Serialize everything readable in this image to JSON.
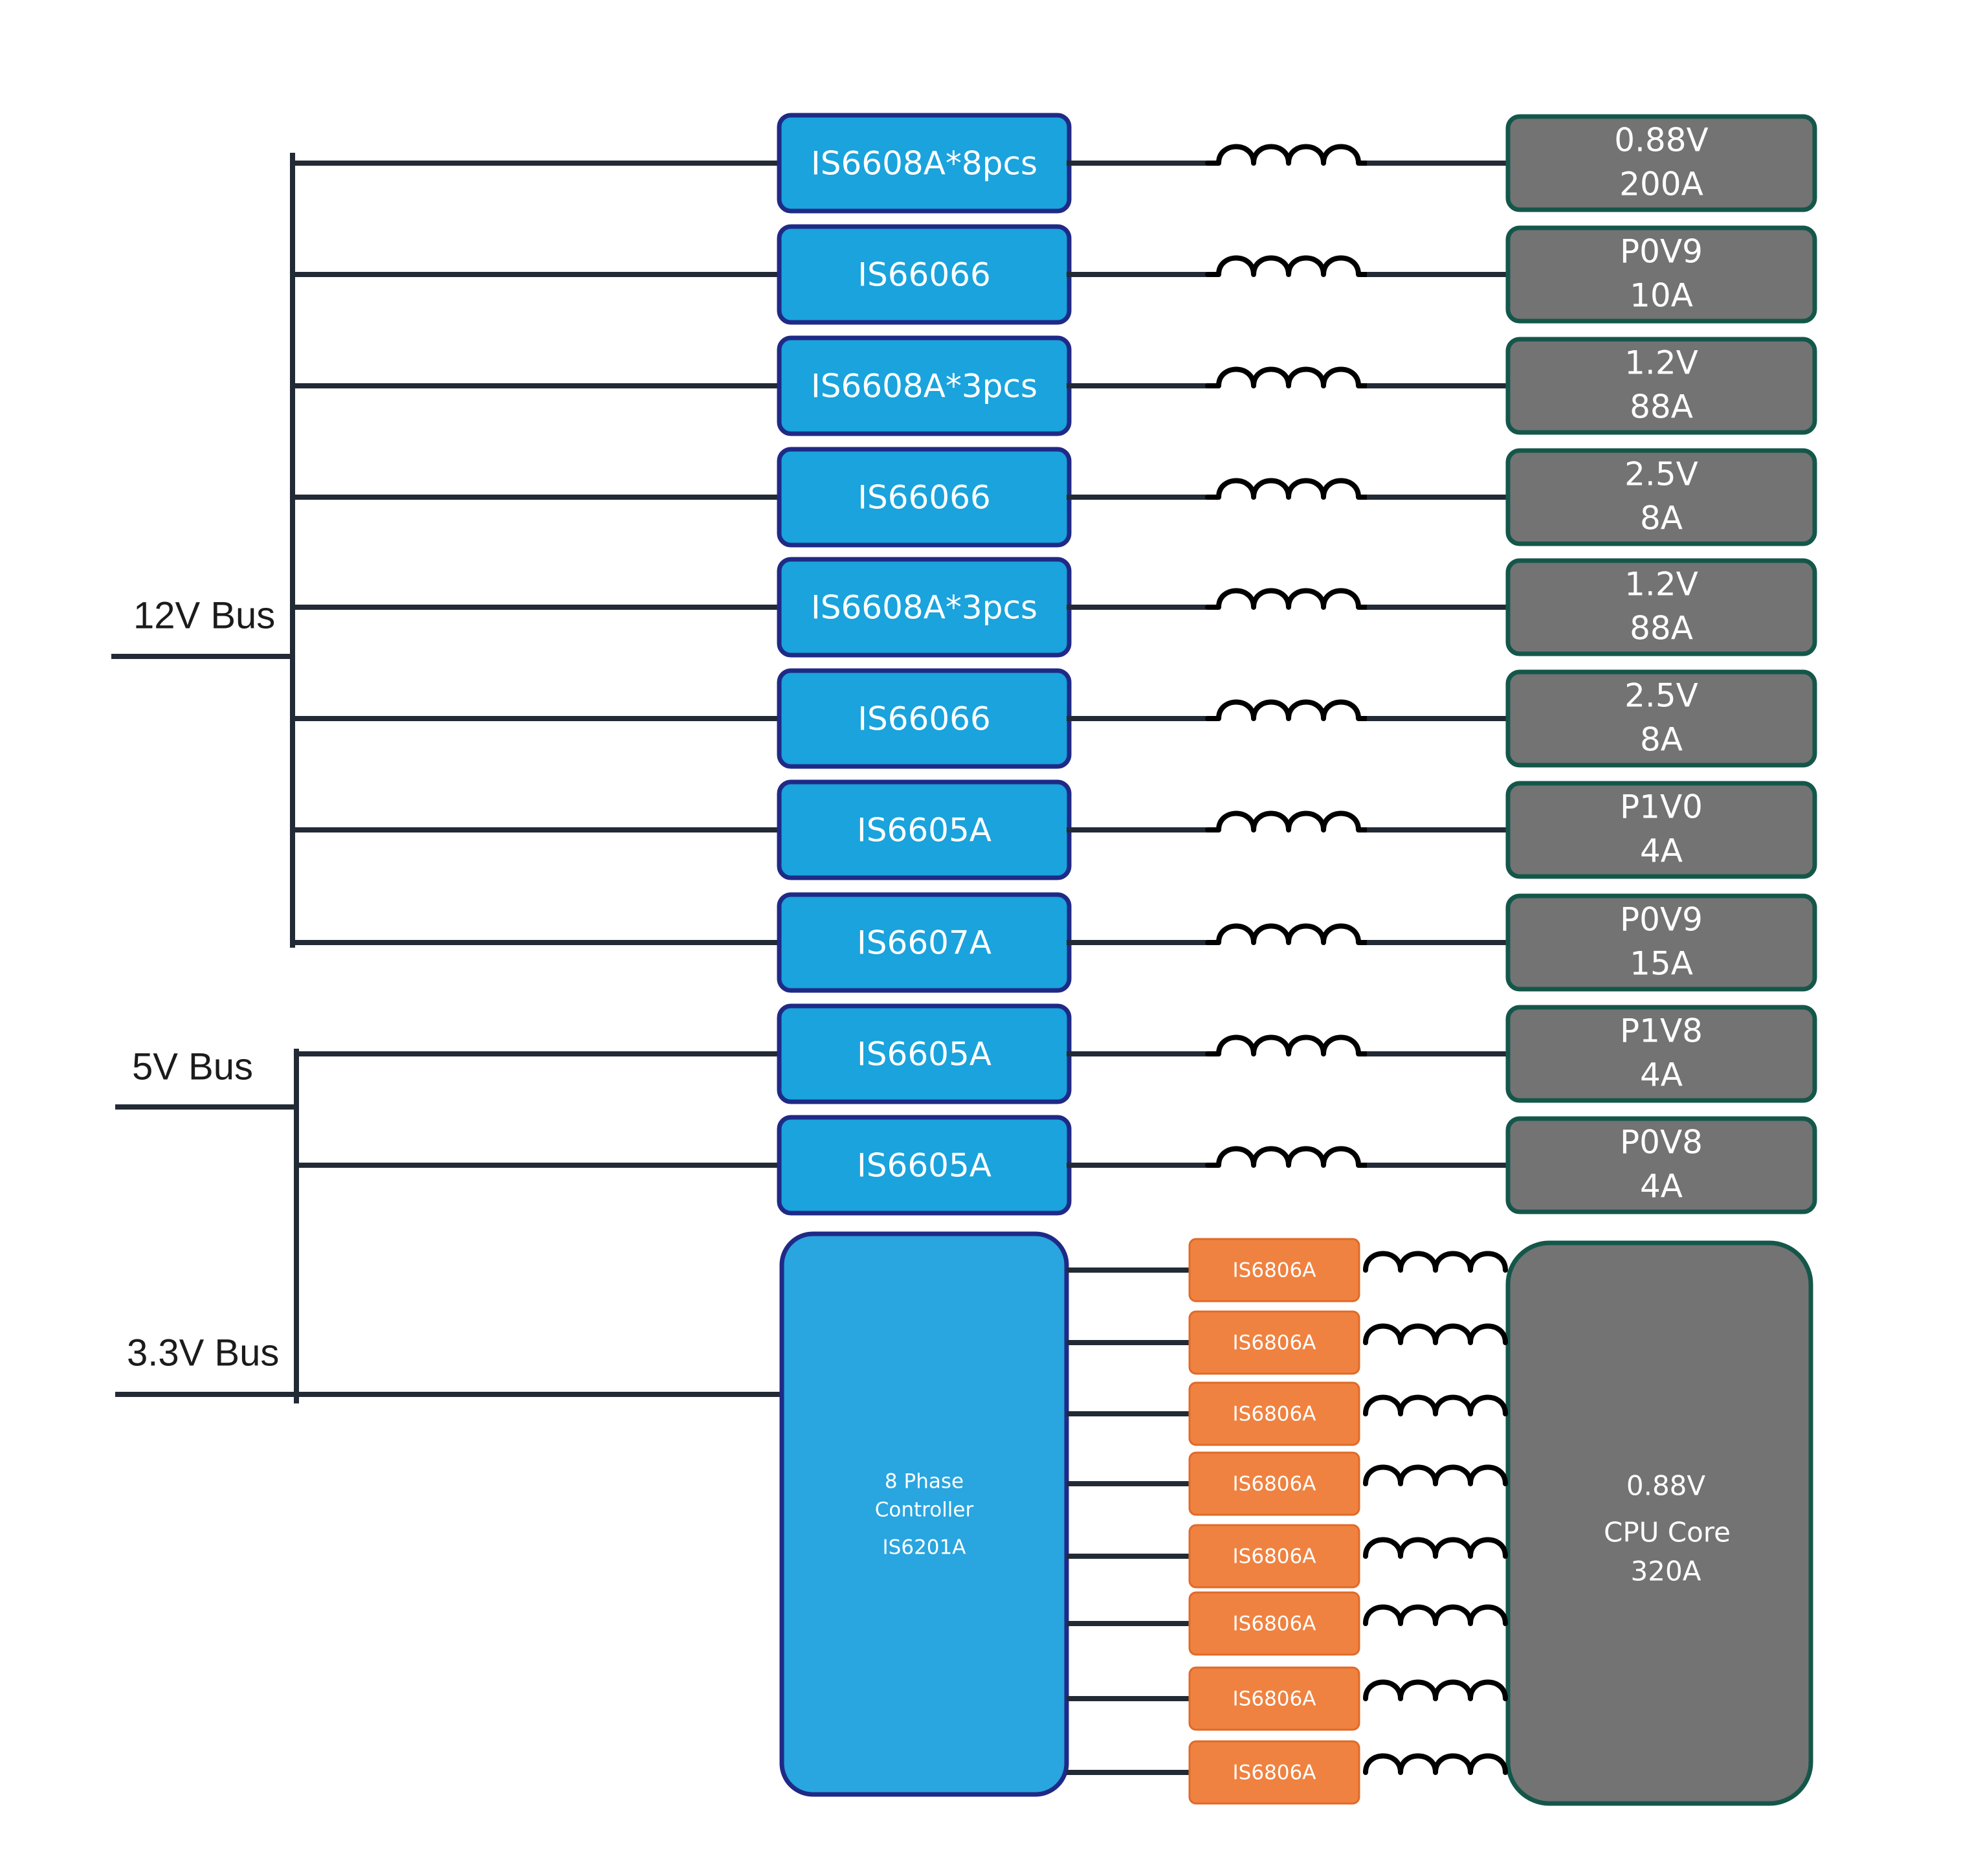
{
  "buses": [
    {
      "id": "12v",
      "label": "12V Bus"
    },
    {
      "id": "5v",
      "label": "5V Bus"
    },
    {
      "id": "3v3",
      "label": "3.3V Bus"
    }
  ],
  "rails": [
    {
      "bus": "12v",
      "regulator": "IS6608A*8pcs",
      "load": [
        "0.88V",
        "200A"
      ]
    },
    {
      "bus": "12v",
      "regulator": "IS66066",
      "load": [
        "P0V9",
        "10A"
      ]
    },
    {
      "bus": "12v",
      "regulator": "IS6608A*3pcs",
      "load": [
        "1.2V",
        "88A"
      ]
    },
    {
      "bus": "12v",
      "regulator": "IS66066",
      "load": [
        "2.5V",
        "8A"
      ]
    },
    {
      "bus": "12v",
      "regulator": "IS6608A*3pcs",
      "load": [
        "1.2V",
        "88A"
      ]
    },
    {
      "bus": "12v",
      "regulator": "IS66066",
      "load": [
        "2.5V",
        "8A"
      ]
    },
    {
      "bus": "12v",
      "regulator": "IS6605A",
      "load": [
        "P1V0",
        "4A"
      ]
    },
    {
      "bus": "12v",
      "regulator": "IS6607A",
      "load": [
        "P0V9",
        "15A"
      ]
    },
    {
      "bus": "5v",
      "regulator": "IS6605A",
      "load": [
        "P1V8",
        "4A"
      ]
    },
    {
      "bus": "5v",
      "regulator": "IS6605A",
      "load": [
        "P0V8",
        "4A"
      ]
    }
  ],
  "controller": {
    "bus": "3v3",
    "lines": [
      "8 Phase",
      "Controller",
      "IS6201A"
    ]
  },
  "phases": [
    "IS6806A",
    "IS6806A",
    "IS6806A",
    "IS6806A",
    "IS6806A",
    "IS6806A",
    "IS6806A",
    "IS6806A"
  ],
  "cpu_core": {
    "lines": [
      "0.88V",
      "CPU Core",
      "320A"
    ]
  },
  "colors": {
    "regulator_fill": "#1aa3dc",
    "regulator_border": "#1f2a86",
    "load_fill": "#737373",
    "load_border": "#14574a",
    "phase_fill": "#ef8240",
    "wire": "#222a35"
  }
}
